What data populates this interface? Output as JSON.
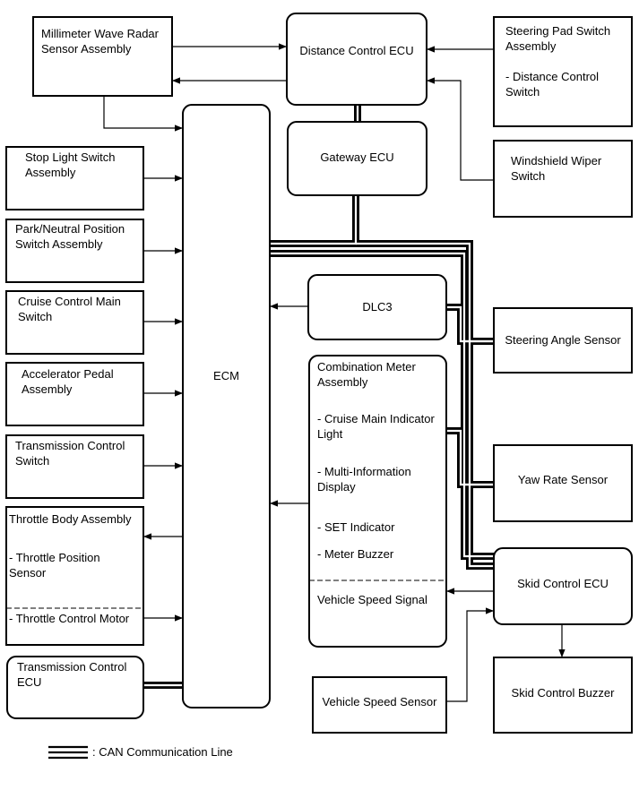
{
  "nodes": {
    "radar": "Millimeter Wave Radar\nSensor Assembly",
    "distance_ecu": "Distance Control ECU",
    "steering_pad": "Steering Pad Switch\nAssembly",
    "steering_pad_sub": "- Distance Control\nSwitch",
    "gateway": "Gateway ECU",
    "wiper": "Windshield Wiper\nSwitch",
    "stop_light": "Stop Light Switch\nAssembly",
    "park_neutral": "Park/Neutral Position\nSwitch Assembly",
    "cruise_main": "Cruise Control Main\nSwitch",
    "accel_pedal": "Accelerator Pedal\nAssembly",
    "trans_switch": "Transmission Control\nSwitch",
    "throttle": "Throttle Body Assembly",
    "throttle_sub1": "- Throttle Position\nSensor",
    "throttle_sub2": "- Throttle Control Motor",
    "trans_ecu": "Transmission Control\nECU",
    "ecm": "ECM",
    "dlc3": "DLC3",
    "combo_meter": "Combination Meter\nAssembly",
    "combo_sub1": "- Cruise Main Indicator\nLight",
    "combo_sub2": "- Multi-Information\nDisplay",
    "combo_sub3": "- SET Indicator",
    "combo_sub4": "- Meter Buzzer",
    "combo_sub5": "Vehicle Speed Signal",
    "steering_angle": "Steering Angle Sensor",
    "yaw_rate": "Yaw Rate Sensor",
    "skid_ecu": "Skid Control ECU",
    "vehicle_speed": "Vehicle Speed Sensor",
    "skid_buzzer": "Skid Control Buzzer"
  },
  "legend": {
    "text": ":  CAN Communication Line"
  }
}
